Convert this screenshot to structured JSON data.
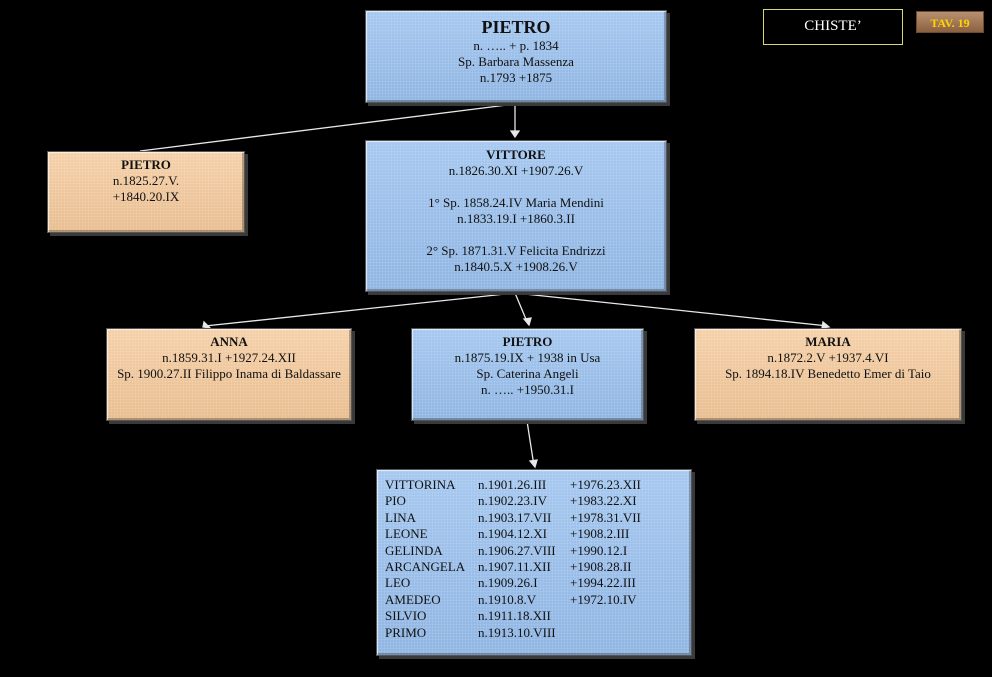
{
  "header": {
    "title": "CHISTE’",
    "plate": "TAV. 19"
  },
  "nodes": {
    "pietro_root": {
      "name": "PIETRO",
      "lines": [
        "n. …..  + p. 1834",
        "Sp. Barbara Massenza",
        "n.1793  +1875"
      ]
    },
    "pietro_left": {
      "name": "PIETRO",
      "lines": [
        "n.1825.27.V.",
        "+1840.20.IX"
      ]
    },
    "vittore": {
      "name": "VITTORE",
      "line1": "n.1826.30.XI  +1907.26.V",
      "line2": "1° Sp. 1858.24.IV Maria Mendini",
      "line3": "n.1833.19.I  +1860.3.II",
      "line4": "2° Sp. 1871.31.V  Felicita Endrizzi",
      "line5": "n.1840.5.X  +1908.26.V"
    },
    "anna": {
      "name": "ANNA",
      "lines": [
        "n.1859.31.I  +1927.24.XII",
        "Sp. 1900.27.II  Filippo Inama di Baldassare"
      ]
    },
    "pietro_child": {
      "name": "PIETRO",
      "lines": [
        "n.1875.19.IX  + 1938 in Usa",
        "Sp. Caterina Angeli",
        "n. …..  +1950.31.I"
      ]
    },
    "maria": {
      "name": "MARIA",
      "lines": [
        "n.1872.2.V  +1937.4.VI",
        "Sp. 1894.18.IV Benedetto Emer di Taio"
      ]
    }
  },
  "children": [
    {
      "name": "VITTORINA",
      "born": "n.1901.26.III",
      "died": "+1976.23.XII"
    },
    {
      "name": "PIO",
      "born": "n.1902.23.IV",
      "died": "+1983.22.XI"
    },
    {
      "name": "LINA",
      "born": "n.1903.17.VII",
      "died": "+1978.31.VII"
    },
    {
      "name": "LEONE",
      "born": "n.1904.12.XI",
      "died": "+1908.2.III"
    },
    {
      "name": "GELINDA",
      "born": "n.1906.27.VIII",
      "died": "+1990.12.I"
    },
    {
      "name": "ARCANGELA",
      "born": "n.1907.11.XII",
      "died": "+1908.28.II"
    },
    {
      "name": "LEO",
      "born": "n.1909.26.I",
      "died": "+1994.22.III"
    },
    {
      "name": "AMEDEO",
      "born": "n.1910.8.V",
      "died": "+1972.10.IV"
    },
    {
      "name": "SILVIO",
      "born": "n.1911.18.XII",
      "died": ""
    },
    {
      "name": "PRIMO",
      "born": "n.1913.10.VIII",
      "died": ""
    }
  ]
}
